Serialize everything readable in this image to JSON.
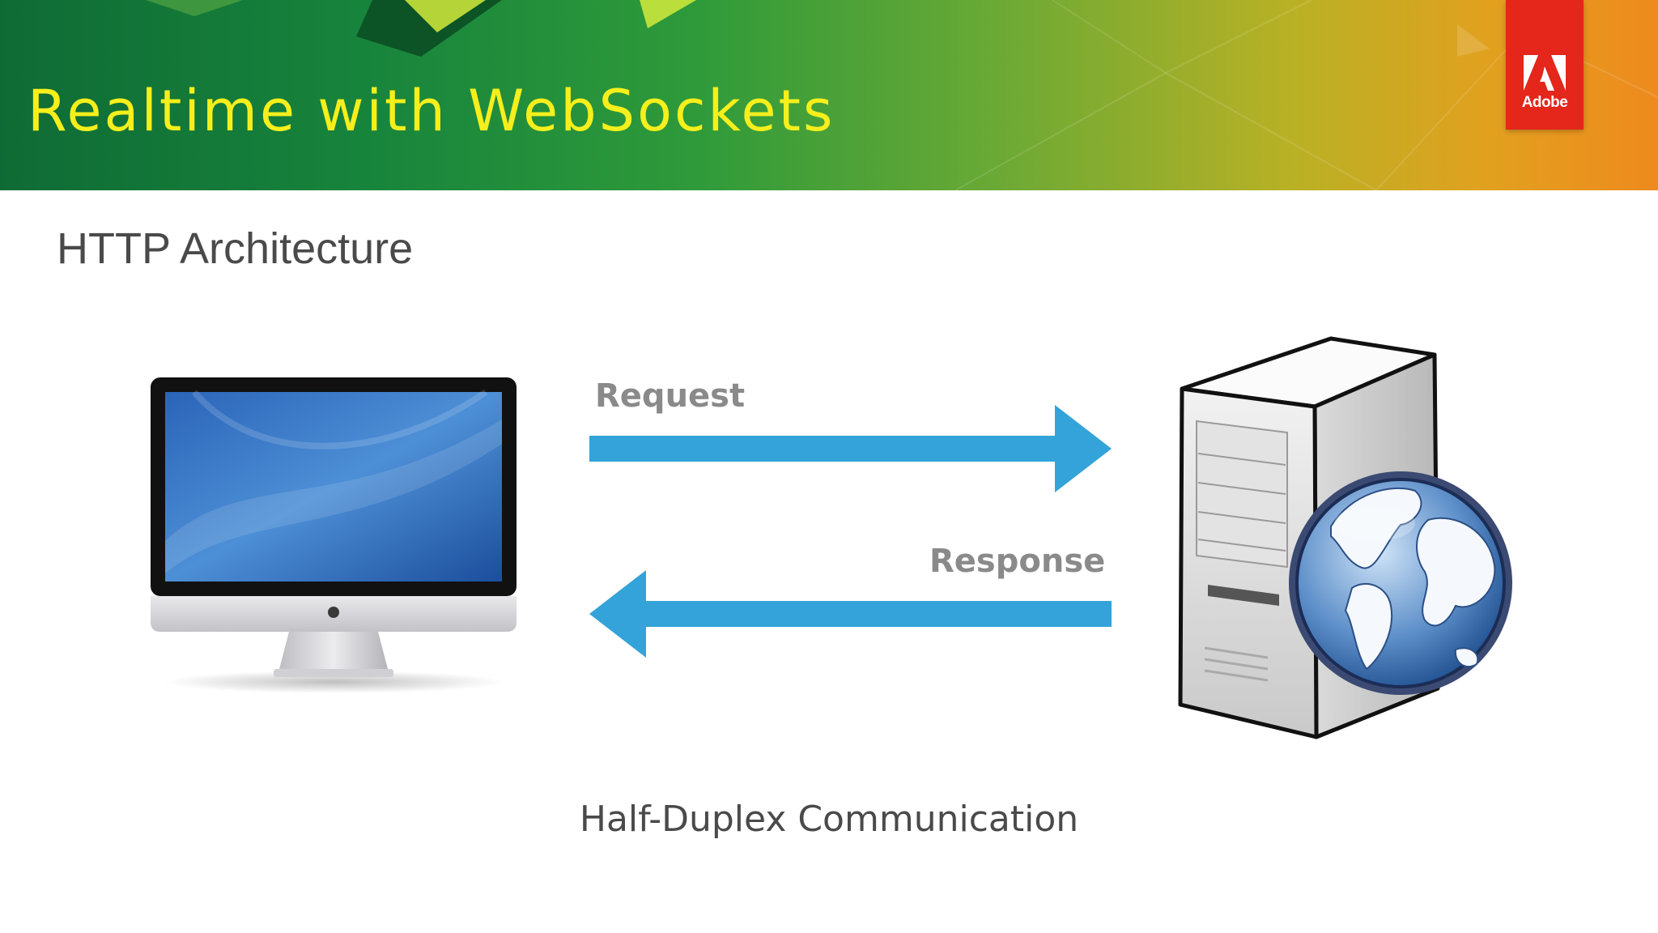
{
  "slide": {
    "banner_title": "Realtime with WebSockets",
    "heading": "HTTP Architecture",
    "caption": "Half-Duplex Communication"
  },
  "logo": {
    "text": "Adobe",
    "color": "#e4261b"
  },
  "diagram": {
    "client": {
      "icon": "imac-icon"
    },
    "server": {
      "icon": "web-server-icon"
    },
    "arrows": [
      {
        "label": "Request",
        "direction": "client-to-server",
        "color": "#33a3d9"
      },
      {
        "label": "Response",
        "direction": "server-to-client",
        "color": "#33a3d9"
      }
    ]
  },
  "colors": {
    "banner_title": "#f6ef1c",
    "heading": "#4a4a4a",
    "arrow_label": "#8a8a8a"
  }
}
